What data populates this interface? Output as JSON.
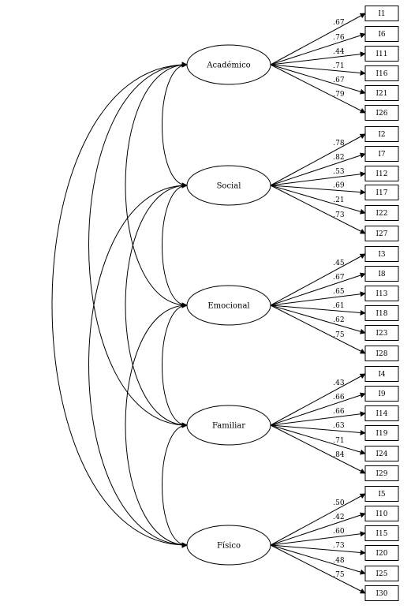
{
  "factors": [
    {
      "name": "Académico",
      "items": [
        {
          "label": "I1",
          "loading": ".67"
        },
        {
          "label": "I6",
          "loading": ".76"
        },
        {
          "label": "I11",
          "loading": ".44"
        },
        {
          "label": "I16",
          "loading": ".71"
        },
        {
          "label": "I21",
          "loading": ".67"
        },
        {
          "label": "I26",
          "loading": ".79"
        }
      ]
    },
    {
      "name": "Social",
      "items": [
        {
          "label": "I2",
          "loading": ".78"
        },
        {
          "label": "I7",
          "loading": ".82"
        },
        {
          "label": "I12",
          "loading": ".53"
        },
        {
          "label": "I17",
          "loading": ".69"
        },
        {
          "label": "I22",
          "loading": ".21"
        },
        {
          "label": "I27",
          "loading": ".73"
        }
      ]
    },
    {
      "name": "Emocional",
      "items": [
        {
          "label": "I3",
          "loading": ".45"
        },
        {
          "label": "I8",
          "loading": ".67"
        },
        {
          "label": "I13",
          "loading": ".65"
        },
        {
          "label": "I18",
          "loading": ".61"
        },
        {
          "label": "I23",
          "loading": ".62"
        },
        {
          "label": "I28",
          "loading": ".75"
        }
      ]
    },
    {
      "name": "Familiar",
      "items": [
        {
          "label": "I4",
          "loading": ".43"
        },
        {
          "label": "I9",
          "loading": ".66"
        },
        {
          "label": "I14",
          "loading": ".66"
        },
        {
          "label": "I19",
          "loading": ".63"
        },
        {
          "label": "I24",
          "loading": ".71"
        },
        {
          "label": "I29",
          "loading": ".84"
        }
      ]
    },
    {
      "name": "Físico",
      "items": [
        {
          "label": "I5",
          "loading": ".50"
        },
        {
          "label": "I10",
          "loading": ".42"
        },
        {
          "label": "I15",
          "loading": ".60"
        },
        {
          "label": "I20",
          "loading": ".73"
        },
        {
          "label": "I25",
          "loading": ".48"
        },
        {
          "label": "I30",
          "loading": ".75"
        }
      ]
    }
  ]
}
